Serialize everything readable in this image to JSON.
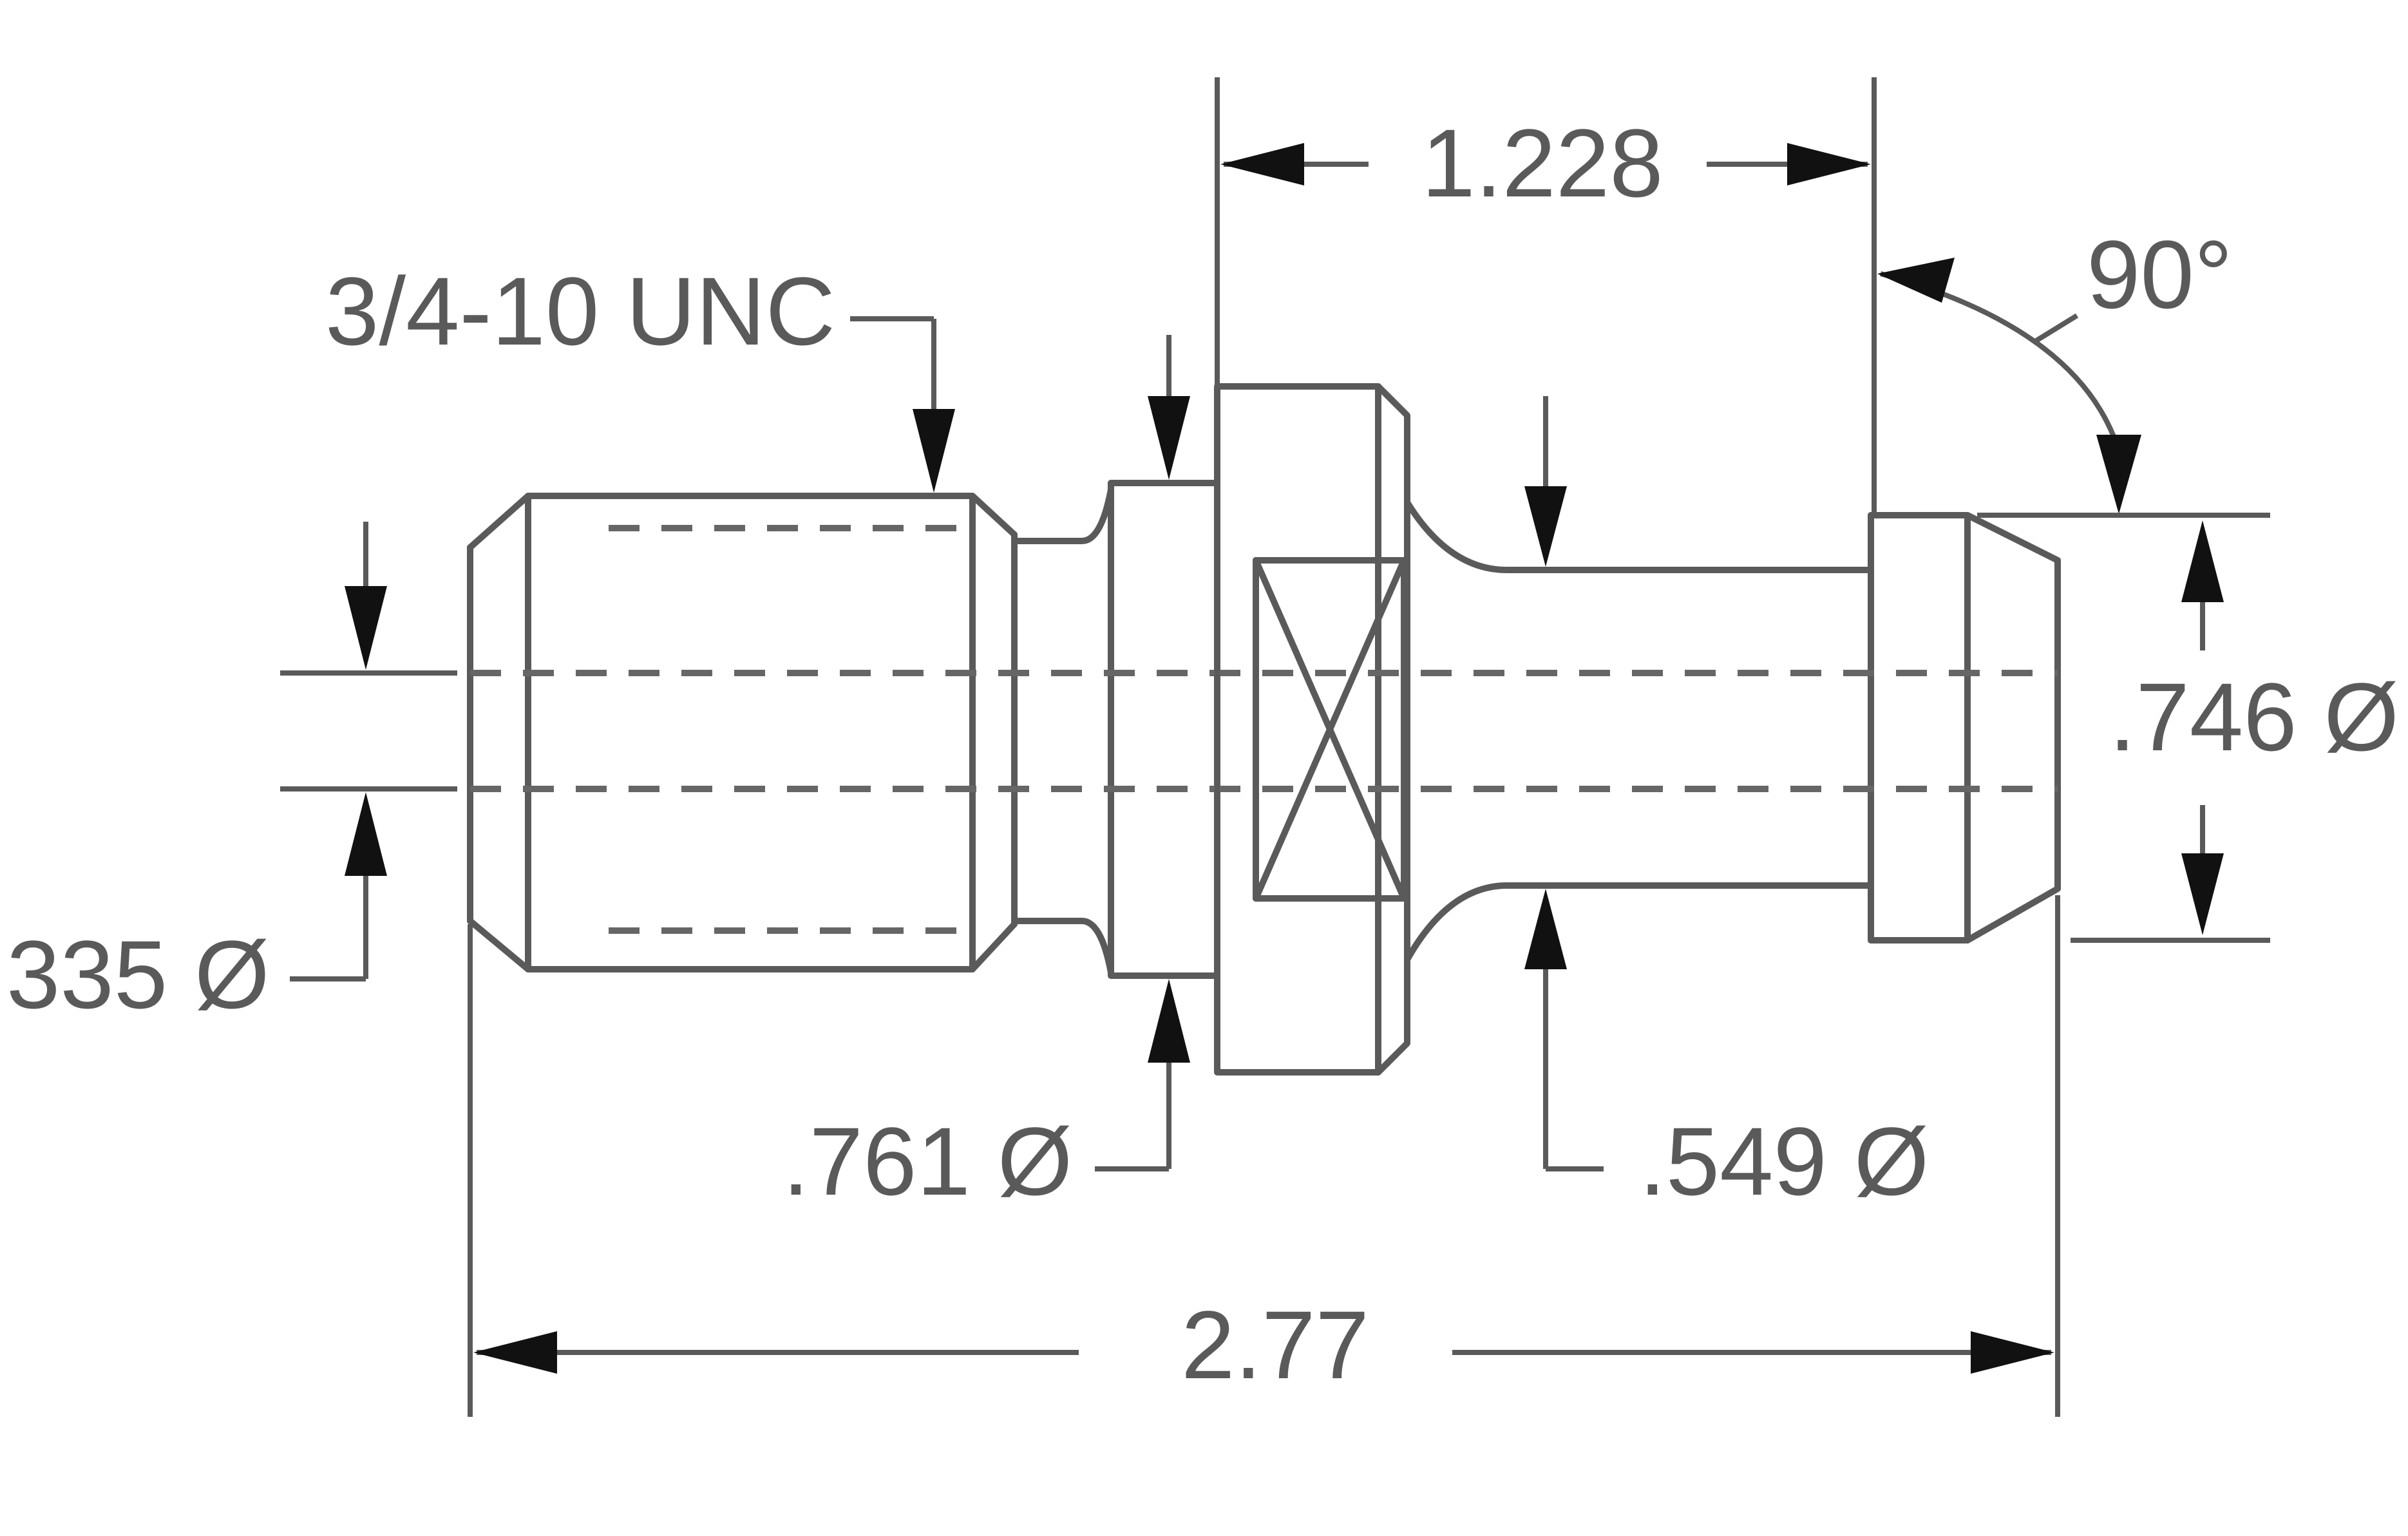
{
  "labels": {
    "thread_spec": "3/4-10 UNC",
    "flange_length": "1.228",
    "angle": "90°",
    "head_diameter": ".746 Ø",
    "bore_diameter": "335 Ø",
    "collar_diameter": ".761 Ø",
    "neck_diameter": ".549 Ø",
    "overall_length": "2.77"
  }
}
